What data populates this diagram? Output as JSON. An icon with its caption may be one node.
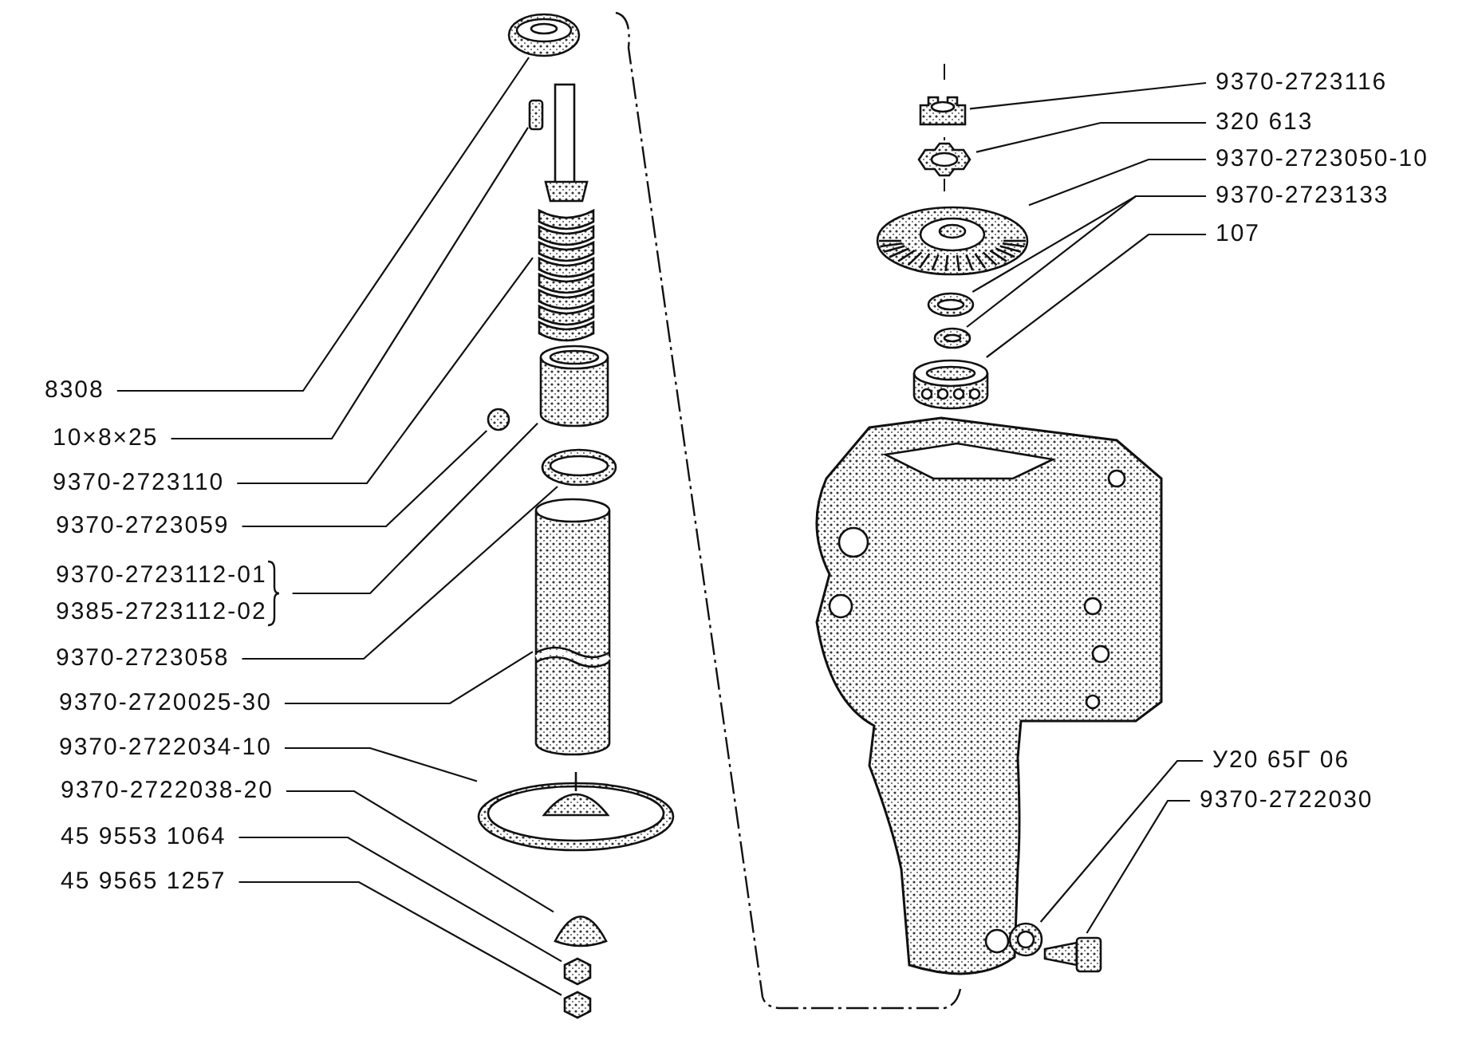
{
  "diagram": {
    "nodes": [
      {
        "text": [
          "8308"
        ]
      },
      {
        "text": [
          "10×8×25"
        ]
      },
      {
        "text": [
          "9370-2723110"
        ]
      },
      {
        "text": [
          "9370-2723059"
        ]
      },
      {
        "text": [
          "9370-2723112-01",
          "9385-2723112-02"
        ]
      },
      {
        "text": [
          "9370-2723058"
        ]
      },
      {
        "text": [
          "9370-2720025-30"
        ]
      },
      {
        "text": [
          "9370-2722034-10"
        ]
      },
      {
        "text": [
          "9370-2722038-20"
        ]
      },
      {
        "text": [
          "45 9553 1064"
        ]
      },
      {
        "text": [
          "45 9565 1257"
        ]
      },
      {
        "text": [
          "9370-2723116"
        ]
      },
      {
        "text": [
          "320 613"
        ]
      },
      {
        "text": [
          "9370-2723050-10"
        ]
      },
      {
        "text": [
          "9370-2723133"
        ]
      },
      {
        "text": [
          "107"
        ]
      },
      {
        "text": [
          "У20 65Г 06"
        ]
      },
      {
        "text": [
          "9370-2722030"
        ]
      },
      {
        "text": [],
        "shape": "picture"
      },
      {
        "text": [],
        "shape": "box"
      },
      {
        "text": [],
        "shape": "picture"
      },
      {
        "text": [],
        "shape": "circle"
      },
      {
        "text": [],
        "shape": "cylinder"
      },
      {
        "text": [],
        "shape": "picture"
      },
      {
        "text": [],
        "shape": "picture"
      },
      {
        "text": [],
        "shape": "picture"
      },
      {
        "text": [],
        "shape": "picture"
      },
      {
        "text": [],
        "shape": "hexagon"
      },
      {
        "text": [],
        "shape": "hexagon"
      },
      {
        "text": [],
        "shape": "picture"
      },
      {
        "text": [],
        "shape": "picture"
      },
      {
        "text": [],
        "shape": "picture"
      },
      {
        "text": [],
        "shape": "picture"
      },
      {
        "text": [],
        "shape": "picture"
      },
      {
        "text": [],
        "shape": "picture"
      },
      {
        "text": [],
        "shape": "picture"
      },
      {
        "text": [],
        "shape": "picture"
      }
    ],
    "edges": [
      {
        "from": 0,
        "to": 18,
        "arrow": "none"
      },
      {
        "from": 1,
        "to": 19,
        "arrow": "none"
      },
      {
        "from": 2,
        "to": 20,
        "arrow": "none"
      },
      {
        "from": 3,
        "to": 21,
        "arrow": "none"
      },
      {
        "from": 4,
        "to": 22,
        "arrow": "none"
      },
      {
        "from": 5,
        "to": 23,
        "arrow": "none"
      },
      {
        "from": 6,
        "to": 24,
        "arrow": "none"
      },
      {
        "from": 7,
        "to": 25,
        "arrow": "none"
      },
      {
        "from": 8,
        "to": 26,
        "arrow": "none"
      },
      {
        "from": 9,
        "to": 27,
        "arrow": "none"
      },
      {
        "from": 10,
        "to": 28,
        "arrow": "none"
      },
      {
        "from": 11,
        "to": 29,
        "arrow": "none"
      },
      {
        "from": 12,
        "to": 30,
        "arrow": "none"
      },
      {
        "from": 13,
        "to": 31,
        "arrow": "none"
      },
      {
        "from": 14,
        "to": 32,
        "arrow": "none"
      },
      {
        "from": 14,
        "to": 33,
        "arrow": "none"
      },
      {
        "from": 15,
        "to": 34,
        "arrow": "none"
      },
      {
        "from": 16,
        "to": 35,
        "arrow": "none"
      },
      {
        "from": 17,
        "to": 36,
        "arrow": "none"
      }
    ]
  }
}
